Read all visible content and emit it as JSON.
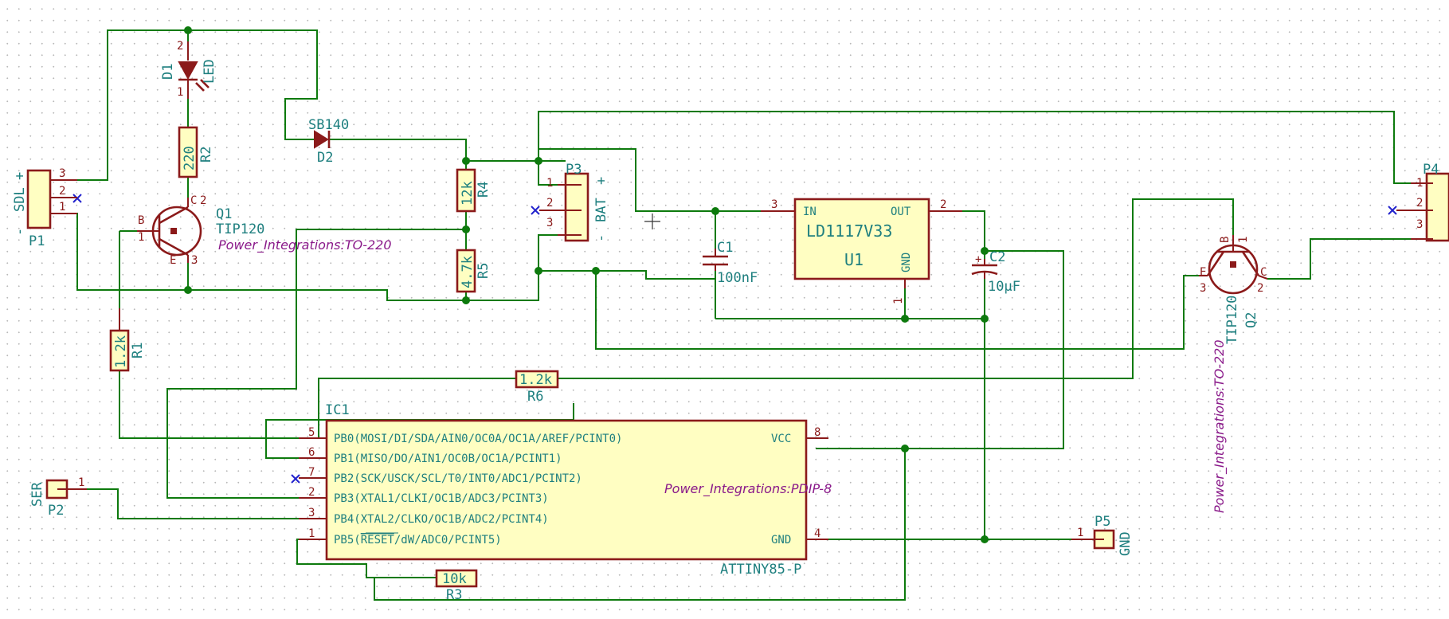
{
  "components": {
    "d1": {
      "ref": "D1",
      "value": "LED",
      "pins": [
        "2",
        "1"
      ]
    },
    "r2": {
      "ref": "R2",
      "value": "220"
    },
    "q1": {
      "ref": "Q1",
      "value": "TIP120",
      "package": "Power_Integrations:TO-220",
      "pins": [
        "B",
        "C",
        "E",
        "1",
        "2",
        "3"
      ]
    },
    "p1": {
      "ref": "P1",
      "value": "SDL",
      "plus": "+",
      "minus": "-",
      "pins": [
        "3",
        "2",
        "1"
      ]
    },
    "d2": {
      "ref": "D2",
      "value": "SB140"
    },
    "r4": {
      "ref": "R4",
      "value": "12k"
    },
    "r5": {
      "ref": "R5",
      "value": "4.7k"
    },
    "p3": {
      "ref": "P3",
      "value": "BAT",
      "plus": "+",
      "minus": "-",
      "pins": [
        "1",
        "2",
        "3"
      ]
    },
    "c1": {
      "ref": "C1",
      "value": "100nF"
    },
    "u1": {
      "ref": "U1",
      "value": "LD1117V33",
      "pin_in": "IN",
      "pin_out": "OUT",
      "pin_gnd": "GND",
      "pins": [
        "3",
        "2",
        "1"
      ]
    },
    "c2": {
      "ref": "C2",
      "value": "10µF"
    },
    "p4": {
      "ref": "P4",
      "pins": [
        "1",
        "2",
        "3"
      ]
    },
    "q2": {
      "ref": "Q2",
      "value": "TIP120",
      "package": "Power_Integrations:TO-220",
      "pins": [
        "B",
        "E",
        "C",
        "1",
        "3",
        "2"
      ]
    },
    "r1": {
      "ref": "R1",
      "value": "1.2k"
    },
    "r6": {
      "ref": "R6",
      "value": "1.2k"
    },
    "ic1": {
      "ref": "IC1",
      "value": "ATTINY85-P",
      "package": "Power_Integrations:PDIP-8",
      "left_pins": [
        {
          "num": "5",
          "name": "PB0(MOSI/DI/SDA/AIN0/OC0A/OC1A/AREF/PCINT0)"
        },
        {
          "num": "6",
          "name": "PB1(MISO/DO/AIN1/OC0B/OC1A/PCINT1)"
        },
        {
          "num": "7",
          "name": "PB2(SCK/USCK/SCL/T0/INT0/ADC1/PCINT2)"
        },
        {
          "num": "2",
          "name": "PB3(XTAL1/CLKI/OC1B/ADC3/PCINT3)"
        },
        {
          "num": "3",
          "name": "PB4(XTAL2/CLKO/OC1B/ADC2/PCINT4)"
        },
        {
          "num": "1",
          "name_pre": "PB5(",
          "name_bar": "RESET",
          "name_post": "/dW/ADC0/PCINT5)"
        }
      ],
      "right_pins": [
        {
          "num": "8",
          "name": "VCC"
        },
        {
          "num": "4",
          "name": "GND"
        }
      ]
    },
    "p2": {
      "ref": "P2",
      "value": "SER",
      "pin": "1"
    },
    "r3": {
      "ref": "R3",
      "value": "10k"
    },
    "p5": {
      "ref": "P5",
      "value": "GND",
      "pin": "1"
    }
  },
  "colors": {
    "wire": "#0d7a0d",
    "symbol": "#8b1a1a",
    "body": "#fffec2",
    "label": "#1e7f7f",
    "package": "#8a1a8a",
    "no_connect": "#2222cc"
  }
}
